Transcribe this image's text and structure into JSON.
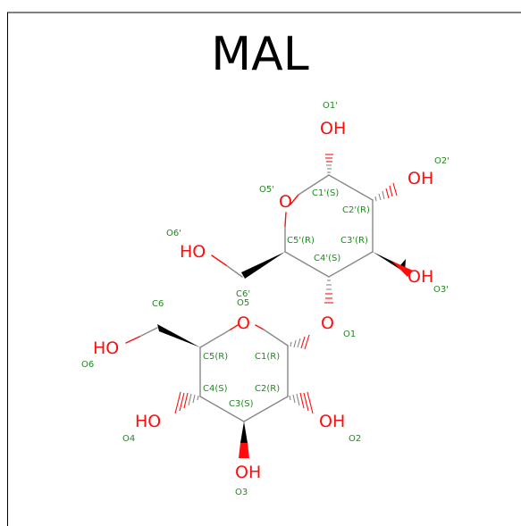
{
  "title": "MAL",
  "colors": {
    "oxygen": "#ff0d0d",
    "bond": "#888888",
    "label": "#1f8a1f",
    "wedge": "#000000"
  },
  "atoms": {
    "o1p": "OH",
    "o2p": "OH",
    "o3p": "OH",
    "o5p": "O",
    "o6p": "HO",
    "o1": "O",
    "o5": "O",
    "o6": "HO",
    "o4": "HO",
    "o3": "OH",
    "o2": "OH"
  },
  "labels": {
    "O1p": "O1'",
    "O2p": "O2'",
    "O3p": "O3'",
    "O5p": "O5'",
    "O6p": "O6'",
    "C1p": "C1'(S)",
    "C2p": "C2'(R)",
    "C3p": "C3'(R)",
    "C4p": "C4'(S)",
    "C5p": "C5'(R)",
    "C6p": "C6'",
    "O1": "O1",
    "O2": "O2",
    "O3": "O3",
    "O4": "O4",
    "O5": "O5",
    "O6": "O6",
    "C1": "C1(R)",
    "C2": "C2(R)",
    "C3": "C3(S)",
    "C4": "C4(S)",
    "C5": "C5(R)",
    "C6": "C6"
  }
}
